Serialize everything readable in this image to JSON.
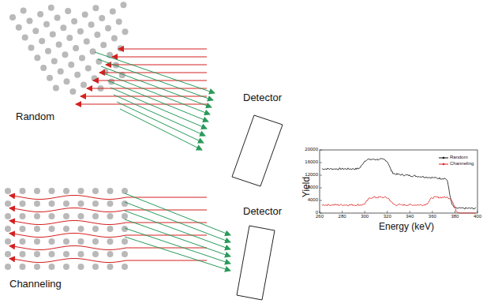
{
  "diagram": {
    "nodes": [
      {
        "text": [
          "Detector"
        ]
      },
      {
        "text": [
          "Detector"
        ]
      }
    ],
    "labels": [
      "Random",
      "Channeling",
      "Yield",
      "Energy (keV)",
      "0",
      "4000",
      "8000",
      "12000",
      "16000",
      "20000",
      "260",
      "280",
      "300",
      "320",
      "340",
      "360",
      "380",
      "400"
    ],
    "legend": [
      {
        "text": "Random"
      },
      {
        "text": "Channeling"
      }
    ]
  }
}
